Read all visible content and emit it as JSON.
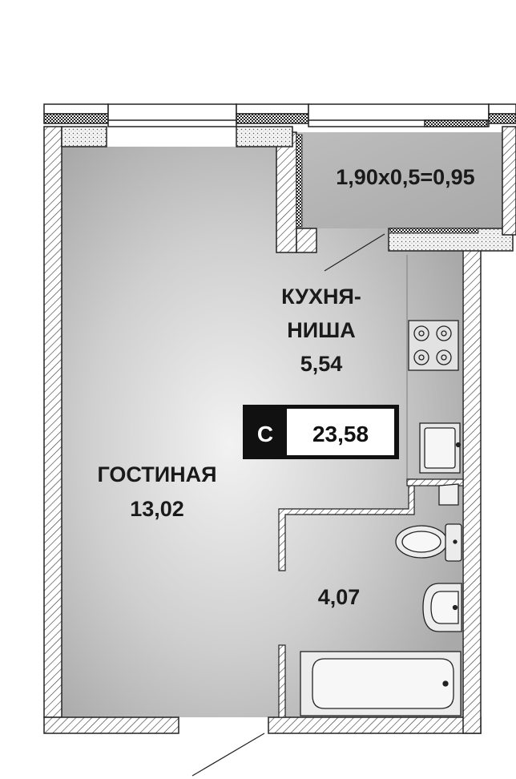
{
  "plan": {
    "balcony": {
      "area_formula": "1,90x0,5=0,95"
    },
    "kitchen": {
      "name_line1": "КУХНЯ-",
      "name_line2": "НИША",
      "area": "5,54"
    },
    "living": {
      "name": "ГОСТИНАЯ",
      "area": "13,02"
    },
    "bathroom": {
      "area": "4,07"
    },
    "total": {
      "type_letter": "С",
      "area": "23,58"
    }
  }
}
